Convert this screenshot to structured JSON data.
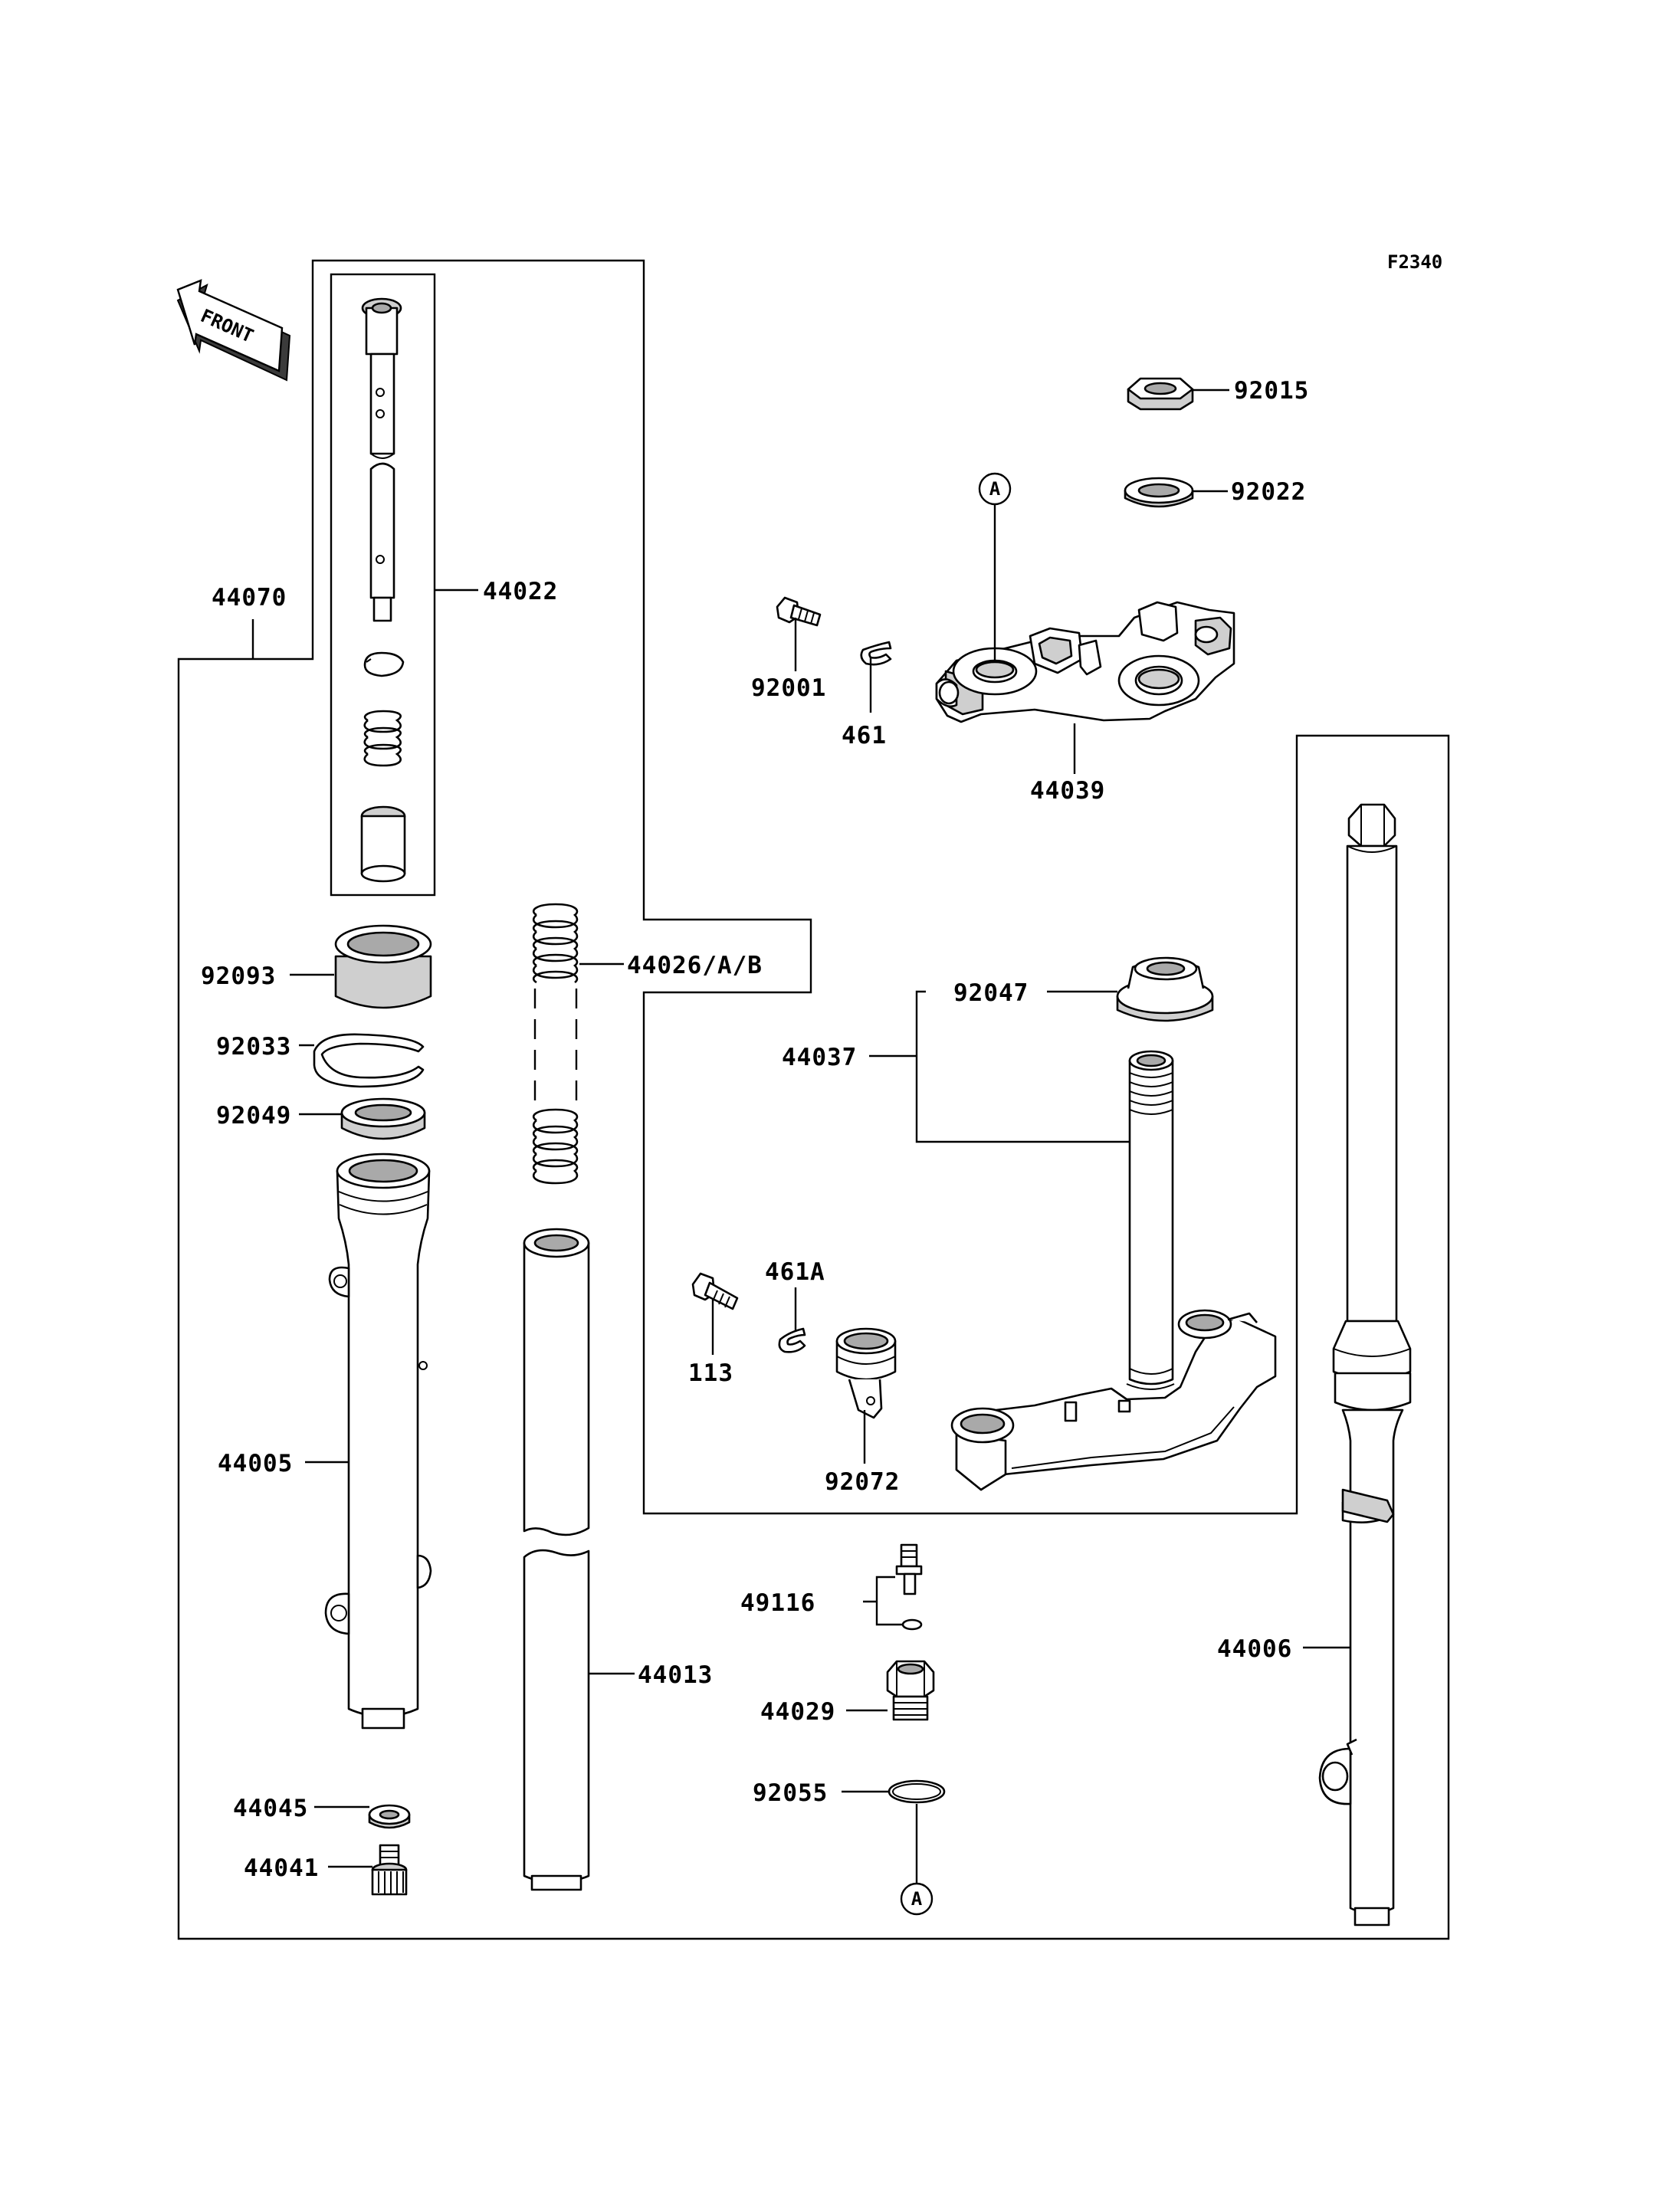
{
  "figure": {
    "id": "F2340"
  },
  "front_arrow": {
    "label": "FRONT"
  },
  "reference_mark": "A",
  "parts": {
    "p44070": "44070",
    "p44022": "44022",
    "p92093": "92093",
    "p92033": "92033",
    "p92049": "92049",
    "p44005": "44005",
    "p44045": "44045",
    "p44041": "44041",
    "p44026": "44026/A/B",
    "p44013": "44013",
    "p92015": "92015",
    "p92022": "92022",
    "p92001": "92001",
    "p461": "461",
    "p44039": "44039",
    "p92047": "92047",
    "p44037": "44037",
    "p461A": "461A",
    "p113": "113",
    "p92072": "92072",
    "p49116": "49116",
    "p44029": "44029",
    "p92055": "92055",
    "p44006": "44006"
  }
}
